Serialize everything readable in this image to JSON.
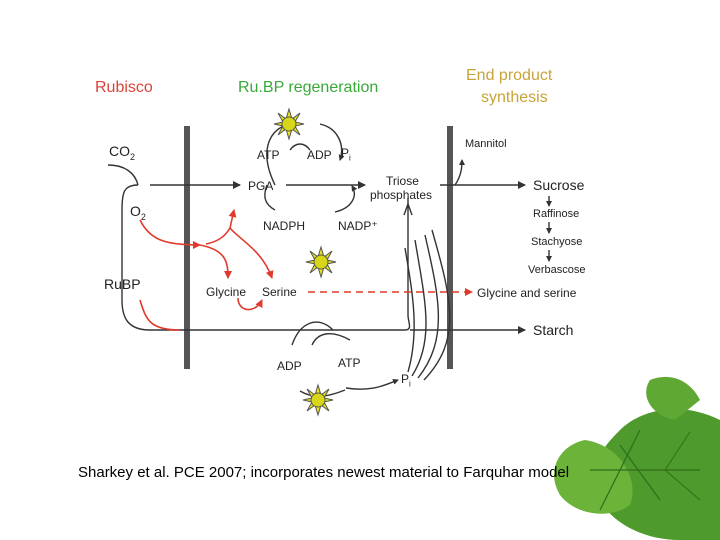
{
  "headers": {
    "rubisco": "Rubisco",
    "rubp_regeneration": "Ru.BP regeneration",
    "end_product_line1": "End product",
    "end_product_line2": "synthesis"
  },
  "labels": {
    "co2": "CO",
    "co2_sub": "2",
    "o2": "O",
    "o2_sub": "2",
    "rubp": "RuBP",
    "pga": "PGA",
    "atp_top": "ATP",
    "adp_top": "ADP",
    "pi_top": "P",
    "pi_top_sub": "i",
    "triose_line1": "Triose",
    "triose_line2": "phosphates",
    "nadph": "NADPH",
    "nadp": "NADP⁺",
    "glycine": "Glycine",
    "serine": "Serine",
    "adp_bottom": "ADP",
    "atp_bottom": "ATP",
    "pi_bottom": "P",
    "pi_bottom_sub": "i"
  },
  "end_products": {
    "mannitol": "Mannitol",
    "sucrose": "Sucrose",
    "raffinose": "Raffinose",
    "stachyose": "Stachyose",
    "verbascose": "Verbascose",
    "glycine_serine": "Glycine and serine",
    "starch": "Starch"
  },
  "caption": "Sharkey et al. PCE 2007; incorporates newest material to Farquhar model",
  "colors": {
    "rubisco_header": "#d9453a",
    "regeneration_header": "#39a93a",
    "end_product_header": "#c8a33a",
    "photorespiration_arrows": "#e03a2c",
    "membrane_bars": "#555555",
    "sun_icon": "#e8e21a",
    "leaf_decoration": "#4f9a2c"
  },
  "icons": [
    "sun-icon",
    "leaf-decoration"
  ]
}
